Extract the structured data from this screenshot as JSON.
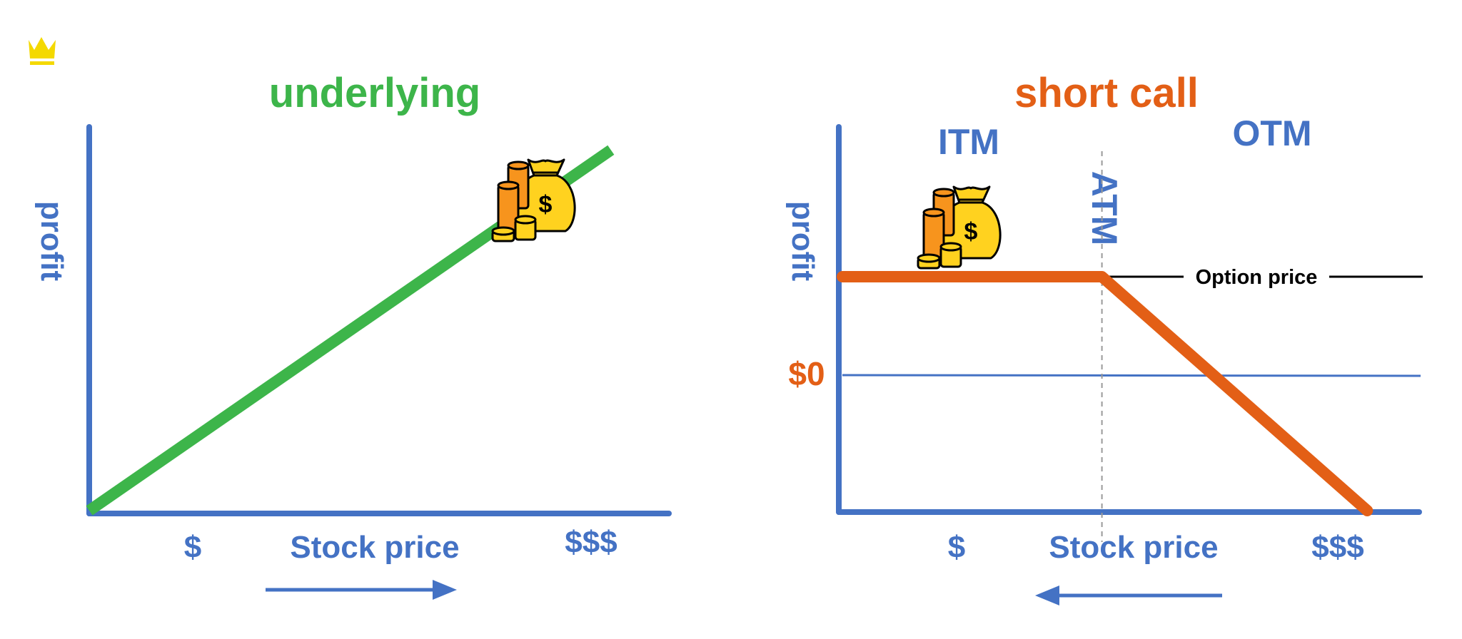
{
  "colors": {
    "axis": "#4472C4",
    "underlying": "#3DB54A",
    "short_call": "#E35F16",
    "crown": "#F4D900",
    "bag": "#FFD21F",
    "coin": "#F7941D",
    "ink": "#000000",
    "atm_line": "#999999"
  },
  "icons": [
    "crown-icon",
    "money-bag-icon",
    "coins-icon",
    "right-arrow-icon",
    "left-arrow-icon"
  ],
  "chart_data": [
    {
      "type": "line",
      "title": "underlying",
      "xlabel": "Stock price",
      "ylabel": "profit",
      "x_ticks": [
        "$",
        "$$$"
      ],
      "xlim": [
        0,
        100
      ],
      "ylim": [
        0,
        100
      ],
      "series": [
        {
          "x": [
            0,
            90
          ],
          "y": [
            0,
            94
          ]
        }
      ],
      "arrow_direction": "right",
      "grid": false
    },
    {
      "type": "line",
      "title": "short call",
      "xlabel": "Stock price",
      "ylabel": "profit",
      "x_ticks": [
        "$",
        "$$$"
      ],
      "zero_label": "$0",
      "regions": [
        "ITM",
        "ATM",
        "OTM"
      ],
      "annotation": "Option price",
      "xlim": [
        0,
        100
      ],
      "ylim": [
        -100,
        100
      ],
      "series": [
        {
          "x": [
            0,
            45,
            91
          ],
          "y": [
            50,
            50,
            -100
          ]
        }
      ],
      "strike_x": 45,
      "option_price_y": 50,
      "arrow_direction": "left",
      "grid": false
    }
  ]
}
